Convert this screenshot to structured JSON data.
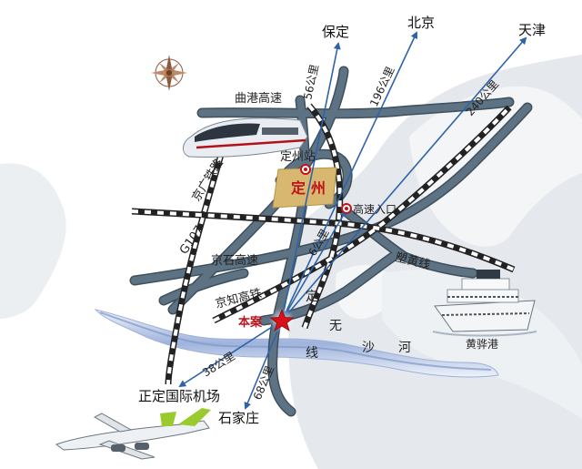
{
  "destinations": {
    "baoding": "保定",
    "beijing": "北京",
    "tianjin": "天津",
    "zhengding_airport": "正定国际机场",
    "shijiazhuang": "石家庄"
  },
  "distances": {
    "baoding": "56公里",
    "beijing": "196公里",
    "tianjin": "240公里",
    "dingzhou_exit": "6公里",
    "airport": "38公里",
    "shijiazhuang": "68公里"
  },
  "roads": {
    "qugang": "曲港高速",
    "jingguang_rail": "京广铁路",
    "g107": "G107",
    "jingshi": "京石高速",
    "jingzhi_rail": "京知高铁",
    "suhuang": "塑黄线"
  },
  "places": {
    "dingzhou_station": "定州站",
    "dingzhou": "定州",
    "highway_exit": "高速入口",
    "project": "本案",
    "huanghua_port": "黄骅港"
  },
  "river": {
    "ding": "定",
    "wu": "无",
    "xian": "线",
    "sha": "沙",
    "he": "河"
  },
  "icons": [
    "compass-rose-icon",
    "train-icon",
    "ship-icon",
    "airplane-icon",
    "star-icon"
  ],
  "colors": {
    "road": "#5d7384",
    "road_outline": "#3f4f5c",
    "arrow": "#2f63a8",
    "star": "#d9101a",
    "label_red": "#c0131b",
    "city_block": "#d8b870",
    "land": "#e6e9ec",
    "river": "#8fa6d4"
  }
}
